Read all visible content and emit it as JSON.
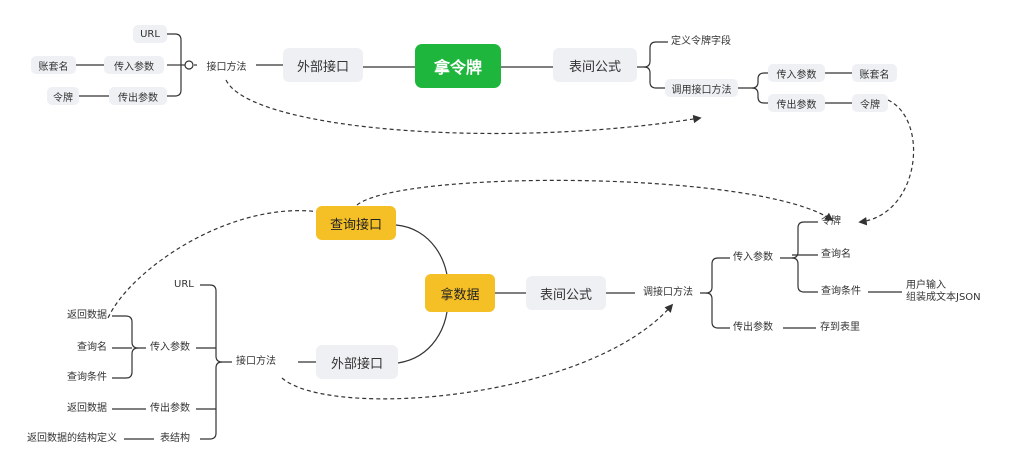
{
  "top_map": {
    "root": "拿令牌",
    "left_branch": {
      "label": "外部接口",
      "method": "接口方法",
      "url": "URL",
      "in_params": "传入参数",
      "in_value": "账套名",
      "out_params": "传出参数",
      "out_value": "令牌"
    },
    "right_branch": {
      "label": "表间公式",
      "define_field": "定义令牌字段",
      "call_method": "调用接口方法",
      "in_params": "传入参数",
      "in_value": "账套名",
      "out_params": "传出参数",
      "out_value": "令牌"
    }
  },
  "bottom_map": {
    "root": "拿数据",
    "query_node": "查询接口",
    "left_branch": {
      "label": "外部接口",
      "method": "接口方法",
      "url": "URL",
      "in_params": "传入参数",
      "return_data": "返回数据",
      "query_name": "查询名",
      "query_cond": "查询条件",
      "out_params": "传出参数",
      "out_value": "返回数据",
      "table_struct": "表结构",
      "struct_def": "返回数据的结构定义"
    },
    "right_branch": {
      "label": "表间公式",
      "call_method": "调接口方法",
      "in_params": "传入参数",
      "token": "令牌",
      "query_name": "查询名",
      "query_cond": "查询条件",
      "user_input_1": "用户输入",
      "user_input_2": "组装成文本JSON",
      "out_params": "传出参数",
      "out_value": "存到表里"
    }
  }
}
